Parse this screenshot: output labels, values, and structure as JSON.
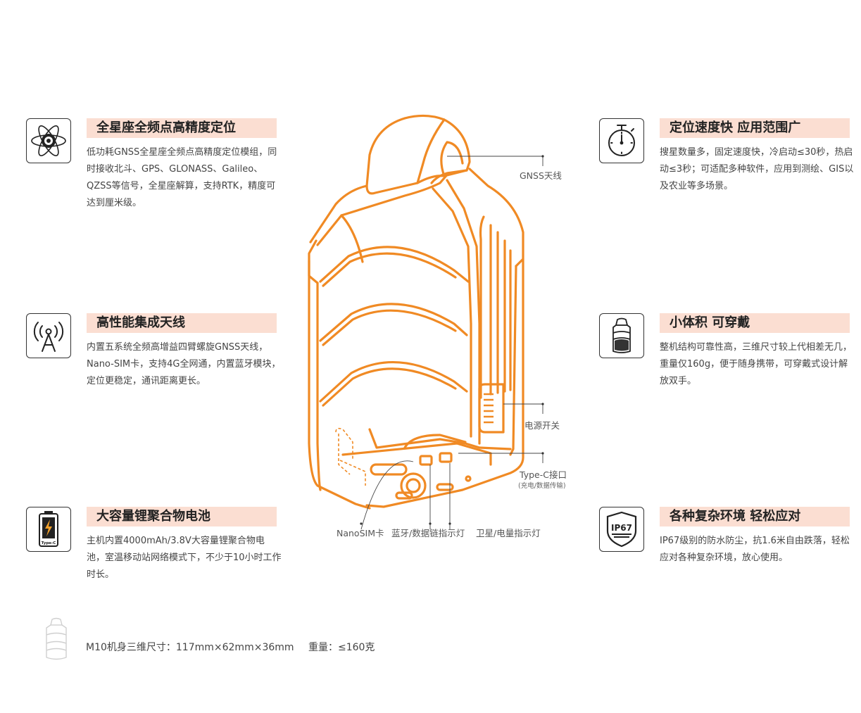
{
  "features": [
    {
      "title": "全星座全频点高精度定位",
      "desc": "低功耗GNSS全星座全频点高精度定位模组，同时接收北斗、GPS、GLONASS、Galileo、QZSS等信号，全星座解算，支持RTK，精度可达到厘米级。",
      "icon": "atom-icon"
    },
    {
      "title": "高性能集成天线",
      "desc": "内置五系统全频高增益四臂螺旋GNSS天线，Nano-SIM卡，支持4G全网通，内置蓝牙模块，定位更稳定，通讯距离更长。",
      "icon": "antenna-icon"
    },
    {
      "title": "大容量锂聚合物电池",
      "desc": "主机内置4000mAh/3.8V大容量锂聚合物电池，室温移动站网络模式下，不少于10小时工作时长。",
      "icon": "battery-icon",
      "icon_label": "Type-C"
    },
    {
      "title": "定位速度快 应用范围广",
      "desc": "搜星数量多，固定速度快，冷启动≤30秒，热启动≤3秒；可适配多种软件，应用到测绘、GIS以及农业等多场景。",
      "icon": "stopwatch-icon"
    },
    {
      "title": "小体积 可穿戴",
      "desc": "整机结构可靠性高，三维尺寸较上代相差无几，重量仅160g，便于随身携带，可穿戴式设计解放双手。",
      "icon": "device-icon"
    },
    {
      "title": "各种复杂环境  轻松应对",
      "desc": "IP67级别的防水防尘，抗1.6米自由跌落，轻松应对各种复杂环境，放心使用。",
      "icon": "ip67-shield-icon",
      "icon_label": "IP67"
    }
  ],
  "callouts": {
    "gnss": "GNSS天线",
    "power": "电源开关",
    "typec": "Type-C接口",
    "typec_sub": "(充电/数据传输)",
    "nanosim": "NanoSIM卡",
    "bluetooth": "蓝牙/数据链指示灯",
    "satellite": "卫星/电量指示灯"
  },
  "footer": {
    "dimensions": "M10机身三维尺寸：117mm×62mm×36mm",
    "weight": "重量：≤160克"
  },
  "colors": {
    "accent_orange": "#f08a24",
    "title_bg": "#fbded2"
  }
}
